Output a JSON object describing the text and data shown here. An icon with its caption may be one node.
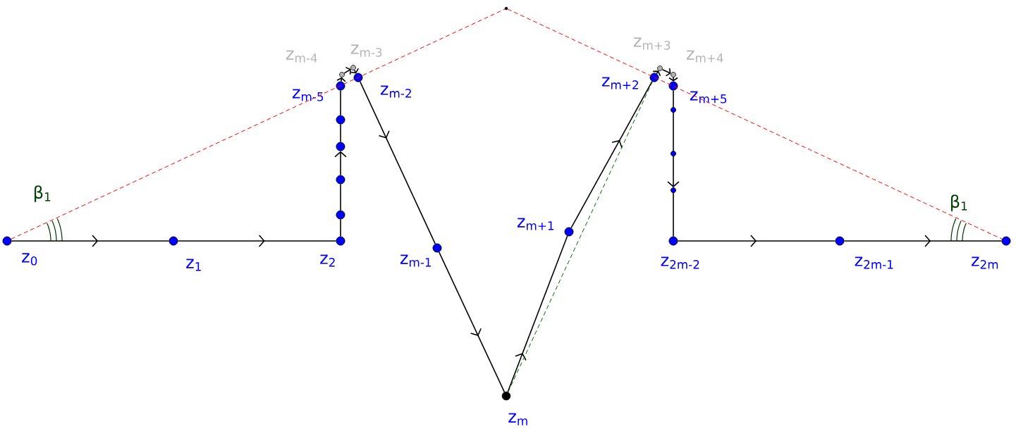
{
  "diagram": {
    "nodes": [
      {
        "text": [
          "z$_{0}$"
        ]
      },
      {
        "text": [
          "z$_{1}$"
        ]
      },
      {
        "text": [
          "z$_{2}$"
        ]
      },
      {
        "text": [],
        "shape": "circle"
      },
      {
        "text": [],
        "shape": "circle"
      },
      {
        "text": [],
        "shape": "circle"
      },
      {
        "text": [],
        "shape": "circle"
      },
      {
        "text": [
          "z$_{m-5}$"
        ]
      },
      {
        "text": [
          "z$_{m-4}$"
        ]
      },
      {
        "text": [
          "z$_{m-3}$"
        ]
      },
      {
        "text": [
          "z$_{m-2}$"
        ]
      },
      {
        "text": [
          "z$_{m-1}$"
        ]
      },
      {
        "text": [
          "z$_{m}$"
        ]
      },
      {
        "text": [],
        "shape": "circle"
      },
      {
        "text": [
          "z$_{m+1}$"
        ]
      },
      {
        "text": [
          "z$_{m+2}$"
        ]
      },
      {
        "text": [
          "z$_{m+3}$"
        ]
      },
      {
        "text": [
          "z$_{m+4}$"
        ]
      },
      {
        "text": [
          "z$_{m+5}$"
        ]
      },
      {
        "text": [],
        "shape": "circle"
      },
      {
        "text": [],
        "shape": "circle"
      },
      {
        "text": [],
        "shape": "circle"
      },
      {
        "text": [
          "z$_{2m-2}$"
        ]
      },
      {
        "text": [
          "z$_{2m-1}$"
        ]
      },
      {
        "text": [
          "z$_{2m}$"
        ]
      }
    ],
    "edges": [
      {
        "from": 0,
        "to": 1,
        "arrow": "to"
      },
      {
        "from": 1,
        "to": 2,
        "arrow": "to"
      },
      {
        "from": 2,
        "to": 3,
        "arrow": "none"
      },
      {
        "from": 3,
        "to": 4,
        "arrow": "none"
      },
      {
        "from": 4,
        "to": 5,
        "arrow": "to"
      },
      {
        "from": 5,
        "to": 6,
        "arrow": "none"
      },
      {
        "from": 6,
        "to": 7,
        "arrow": "none"
      },
      {
        "from": 7,
        "to": 8,
        "arrow": "to"
      },
      {
        "from": 8,
        "to": 9,
        "arrow": "to"
      },
      {
        "from": 9,
        "to": 10,
        "arrow": "to"
      },
      {
        "from": 10,
        "to": 11,
        "arrow": "to"
      },
      {
        "from": 11,
        "to": 12,
        "arrow": "to"
      },
      {
        "from": 12,
        "to": 14,
        "arrow": "to"
      },
      {
        "from": 14,
        "to": 15,
        "arrow": "to"
      },
      {
        "from": 15,
        "to": 16,
        "arrow": "to"
      },
      {
        "from": 16,
        "to": 17,
        "arrow": "to"
      },
      {
        "from": 17,
        "to": 18,
        "arrow": "to"
      },
      {
        "from": 18,
        "to": 19,
        "arrow": "none"
      },
      {
        "from": 19,
        "to": 20,
        "arrow": "none"
      },
      {
        "from": 20,
        "to": 21,
        "arrow": "to"
      },
      {
        "from": 21,
        "to": 22,
        "arrow": "none"
      },
      {
        "from": 22,
        "to": 23,
        "arrow": "to"
      },
      {
        "from": 23,
        "to": 24,
        "arrow": "to"
      },
      {
        "from": 0,
        "to": 13,
        "arrow": "none",
        "style": "dashed",
        "color": "#ff0000"
      },
      {
        "from": 13,
        "to": 24,
        "arrow": "none",
        "style": "dashed",
        "color": "#ff0000"
      },
      {
        "from": 12,
        "to": 15,
        "arrow": "none",
        "style": "dashed",
        "color": "#006400"
      }
    ],
    "labels": [
      "β$_{1}$",
      "β$_{1}$"
    ]
  }
}
